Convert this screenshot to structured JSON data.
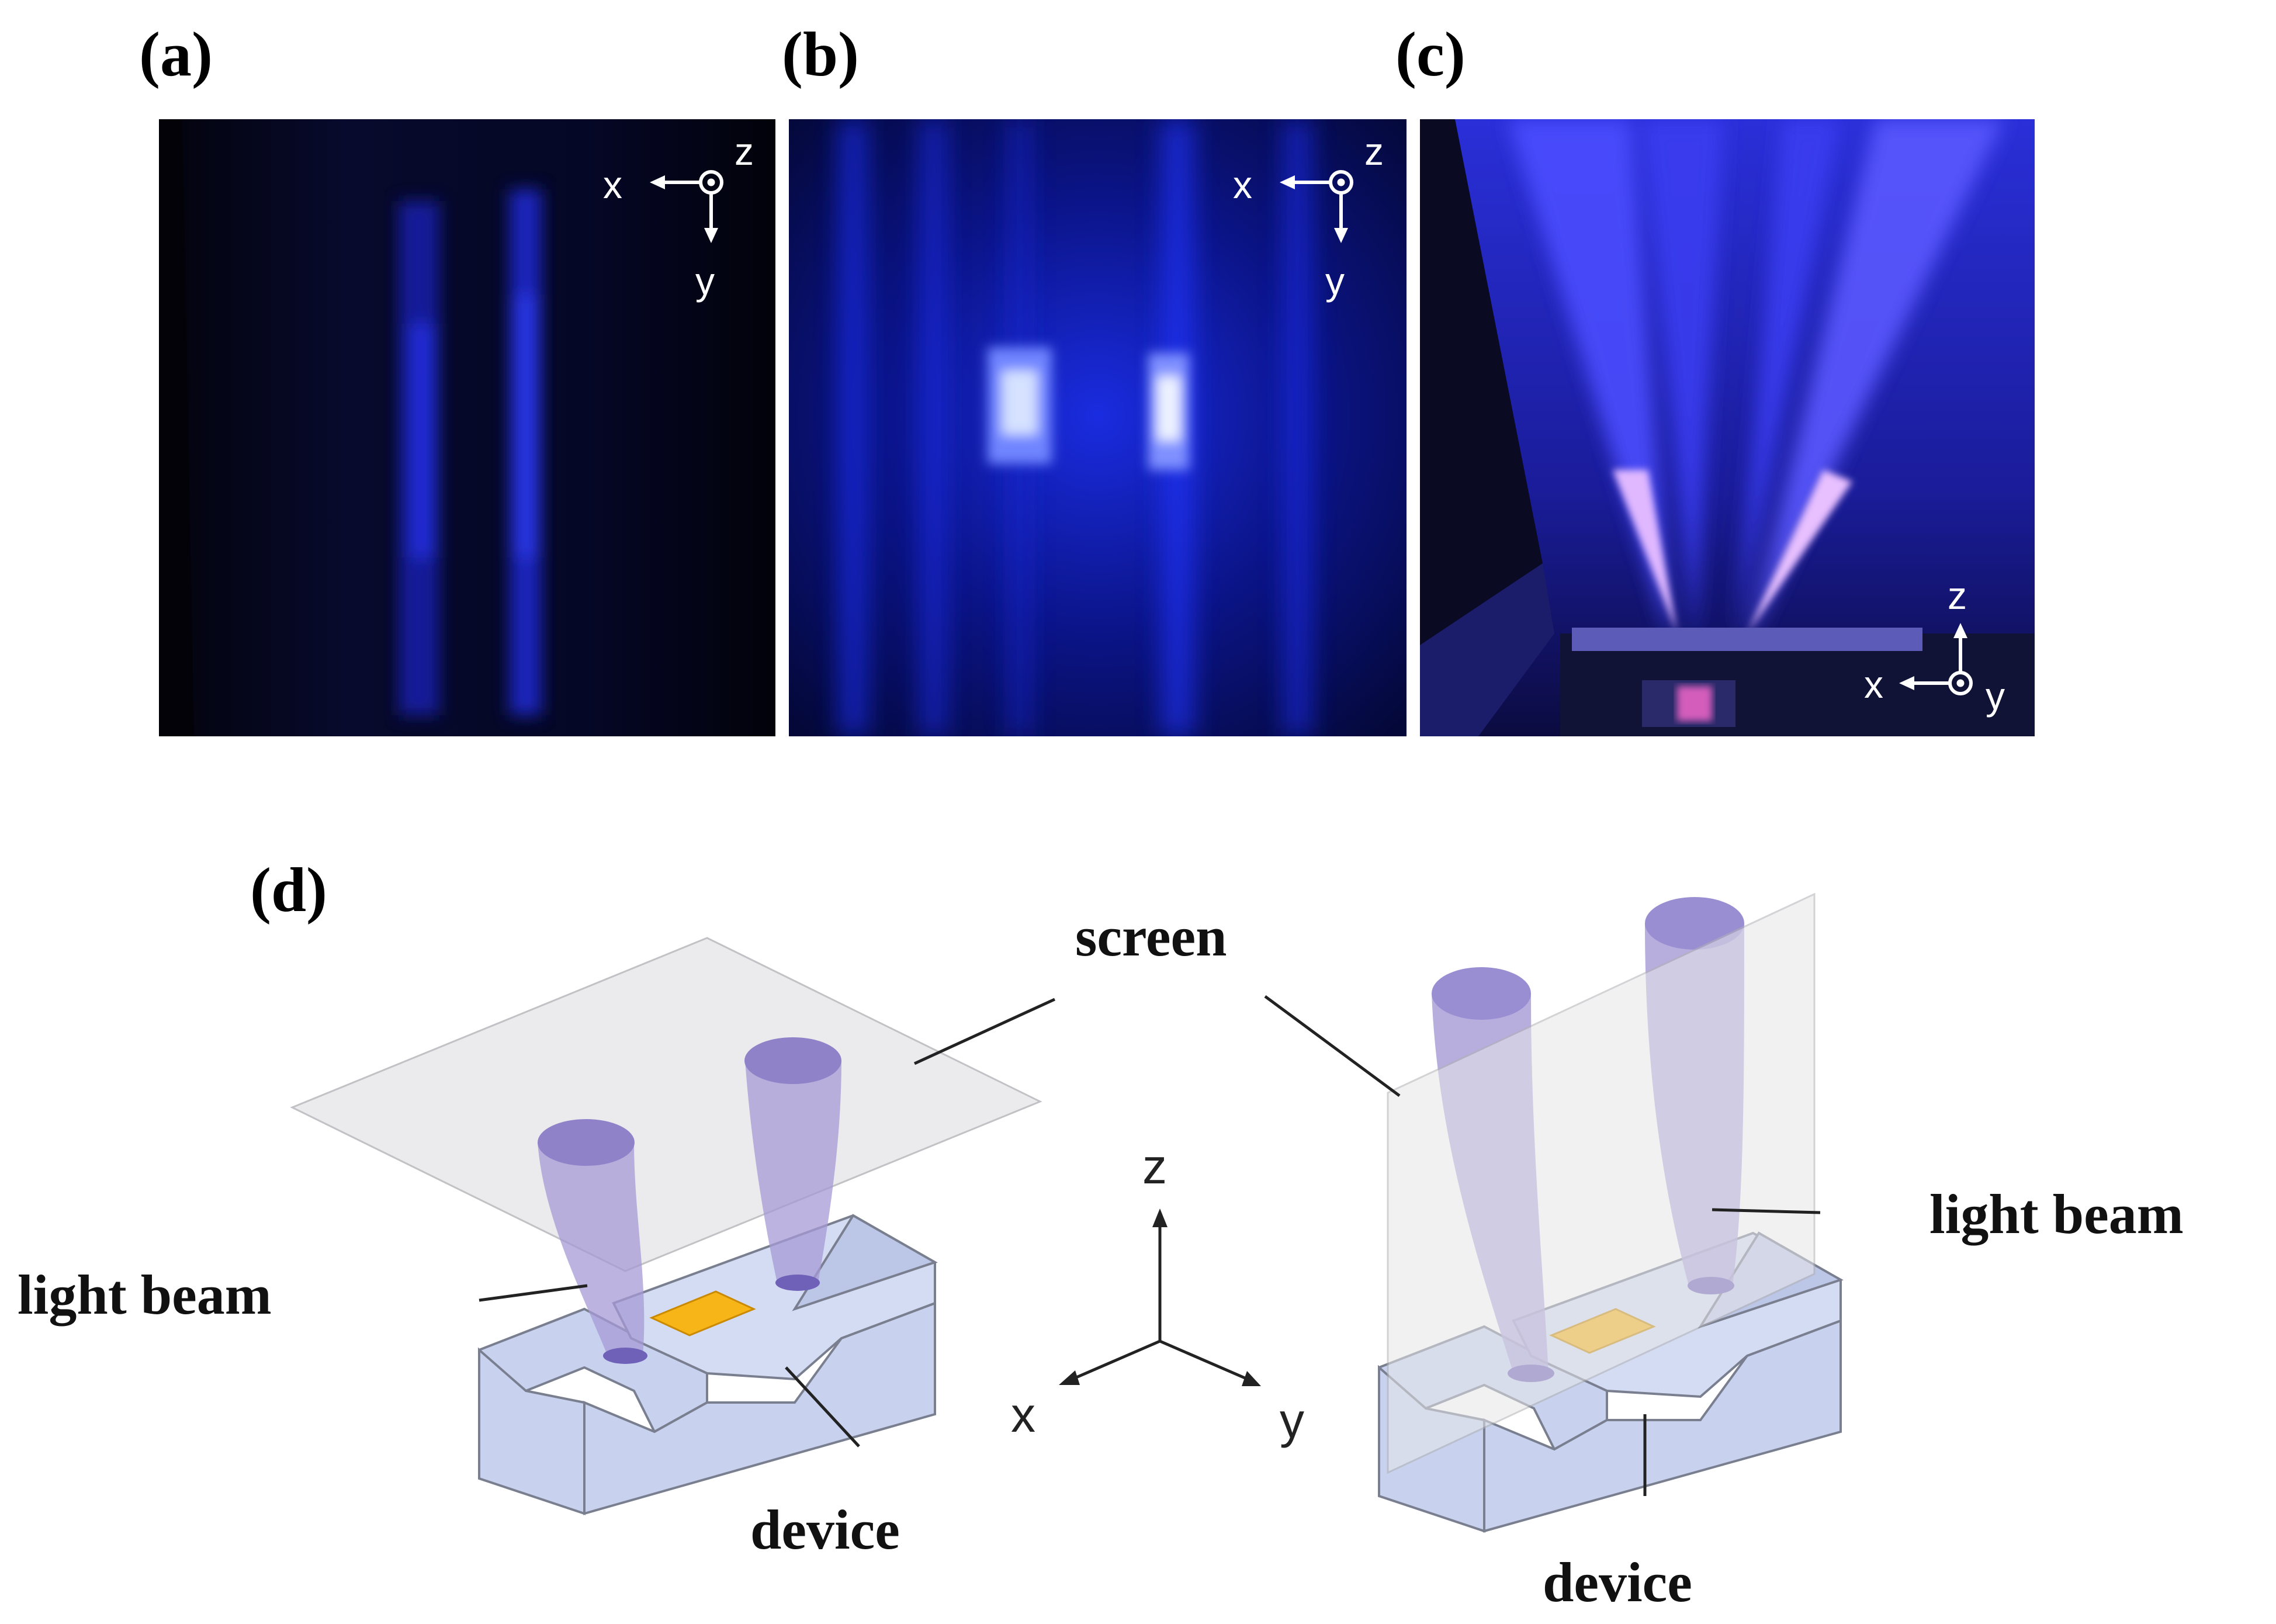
{
  "panels": {
    "a": {
      "label": "(a)"
    },
    "b": {
      "label": "(b)"
    },
    "c": {
      "label": "(c)"
    },
    "d": {
      "label": "(d)"
    }
  },
  "axes": {
    "x": "x",
    "y": "y",
    "z": "z"
  },
  "callouts": {
    "screen": "screen",
    "light_beam_left": "light beam",
    "light_beam_right": "light beam",
    "device_left": "device",
    "device_right": "device"
  },
  "colors": {
    "photo_bg": "#05051a",
    "beam_blue": "#1f2bff",
    "beam_purple": "#8c7fc4",
    "device_fill": "#c7d1ef",
    "chip_gold": "#f7b518",
    "screen_gray": "#e6e6e8"
  }
}
